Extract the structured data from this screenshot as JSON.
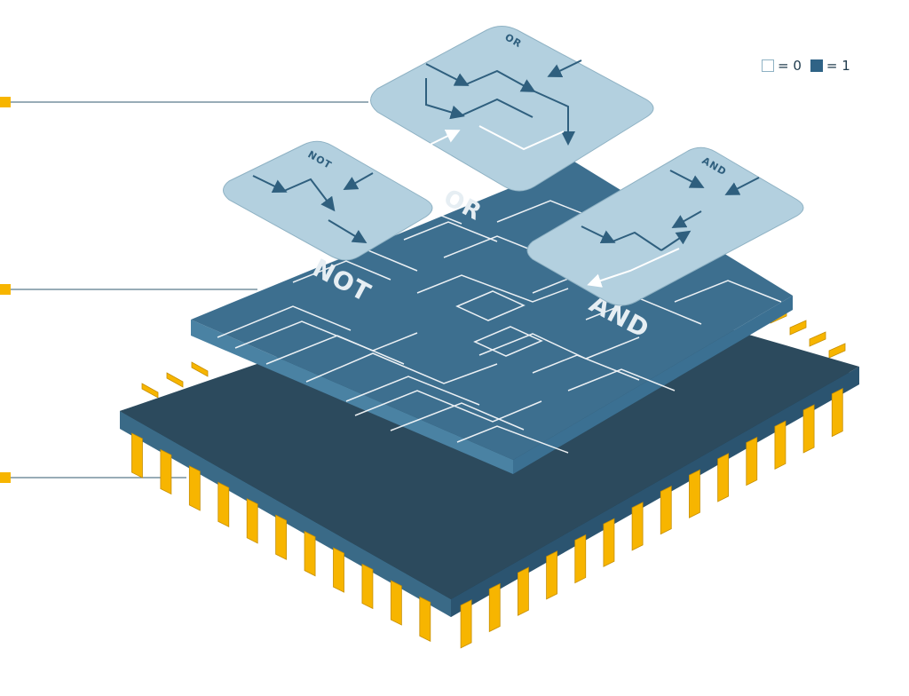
{
  "legend": {
    "zero_label": "= 0",
    "one_label": "= 1"
  },
  "layer_labels": {
    "or": "OR",
    "not": "NOT",
    "and": "AND"
  },
  "card_labels": {
    "or": "OR",
    "not": "NOT",
    "and": "AND"
  },
  "colors": {
    "callout": "#f7b500",
    "pin": "#f7b500",
    "chip_base": "#2c4a5d",
    "circuit_layer": "#3d6f8f",
    "card": "#a9c7d8",
    "wire": "#2f5f7e"
  }
}
